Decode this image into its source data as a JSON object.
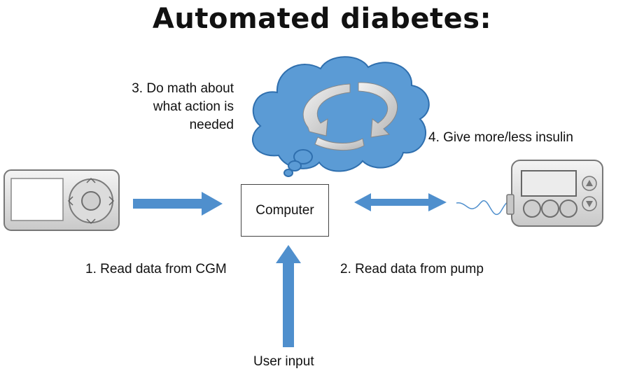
{
  "title": "Automated diabetes:",
  "nodes": {
    "computer": "Computer"
  },
  "labels": {
    "step3": "3. Do math about what action is needed",
    "step4": "4. Give more/less insulin",
    "step1": "1. Read data from CGM",
    "step2": "2. Read data from pump",
    "user_input": "User input"
  },
  "icons": {
    "cgm_device": "cgm-device-icon",
    "insulin_pump": "insulin-pump-icon",
    "thought_cloud": "thought-cloud-icon",
    "cycle_arrows": "cycle-arrows-icon"
  },
  "colors": {
    "arrow_blue": "#4f8fcd",
    "cloud_blue": "#5b9bd5",
    "cloud_outline": "#2f6fae",
    "device_gray": "#b9b9b9"
  }
}
